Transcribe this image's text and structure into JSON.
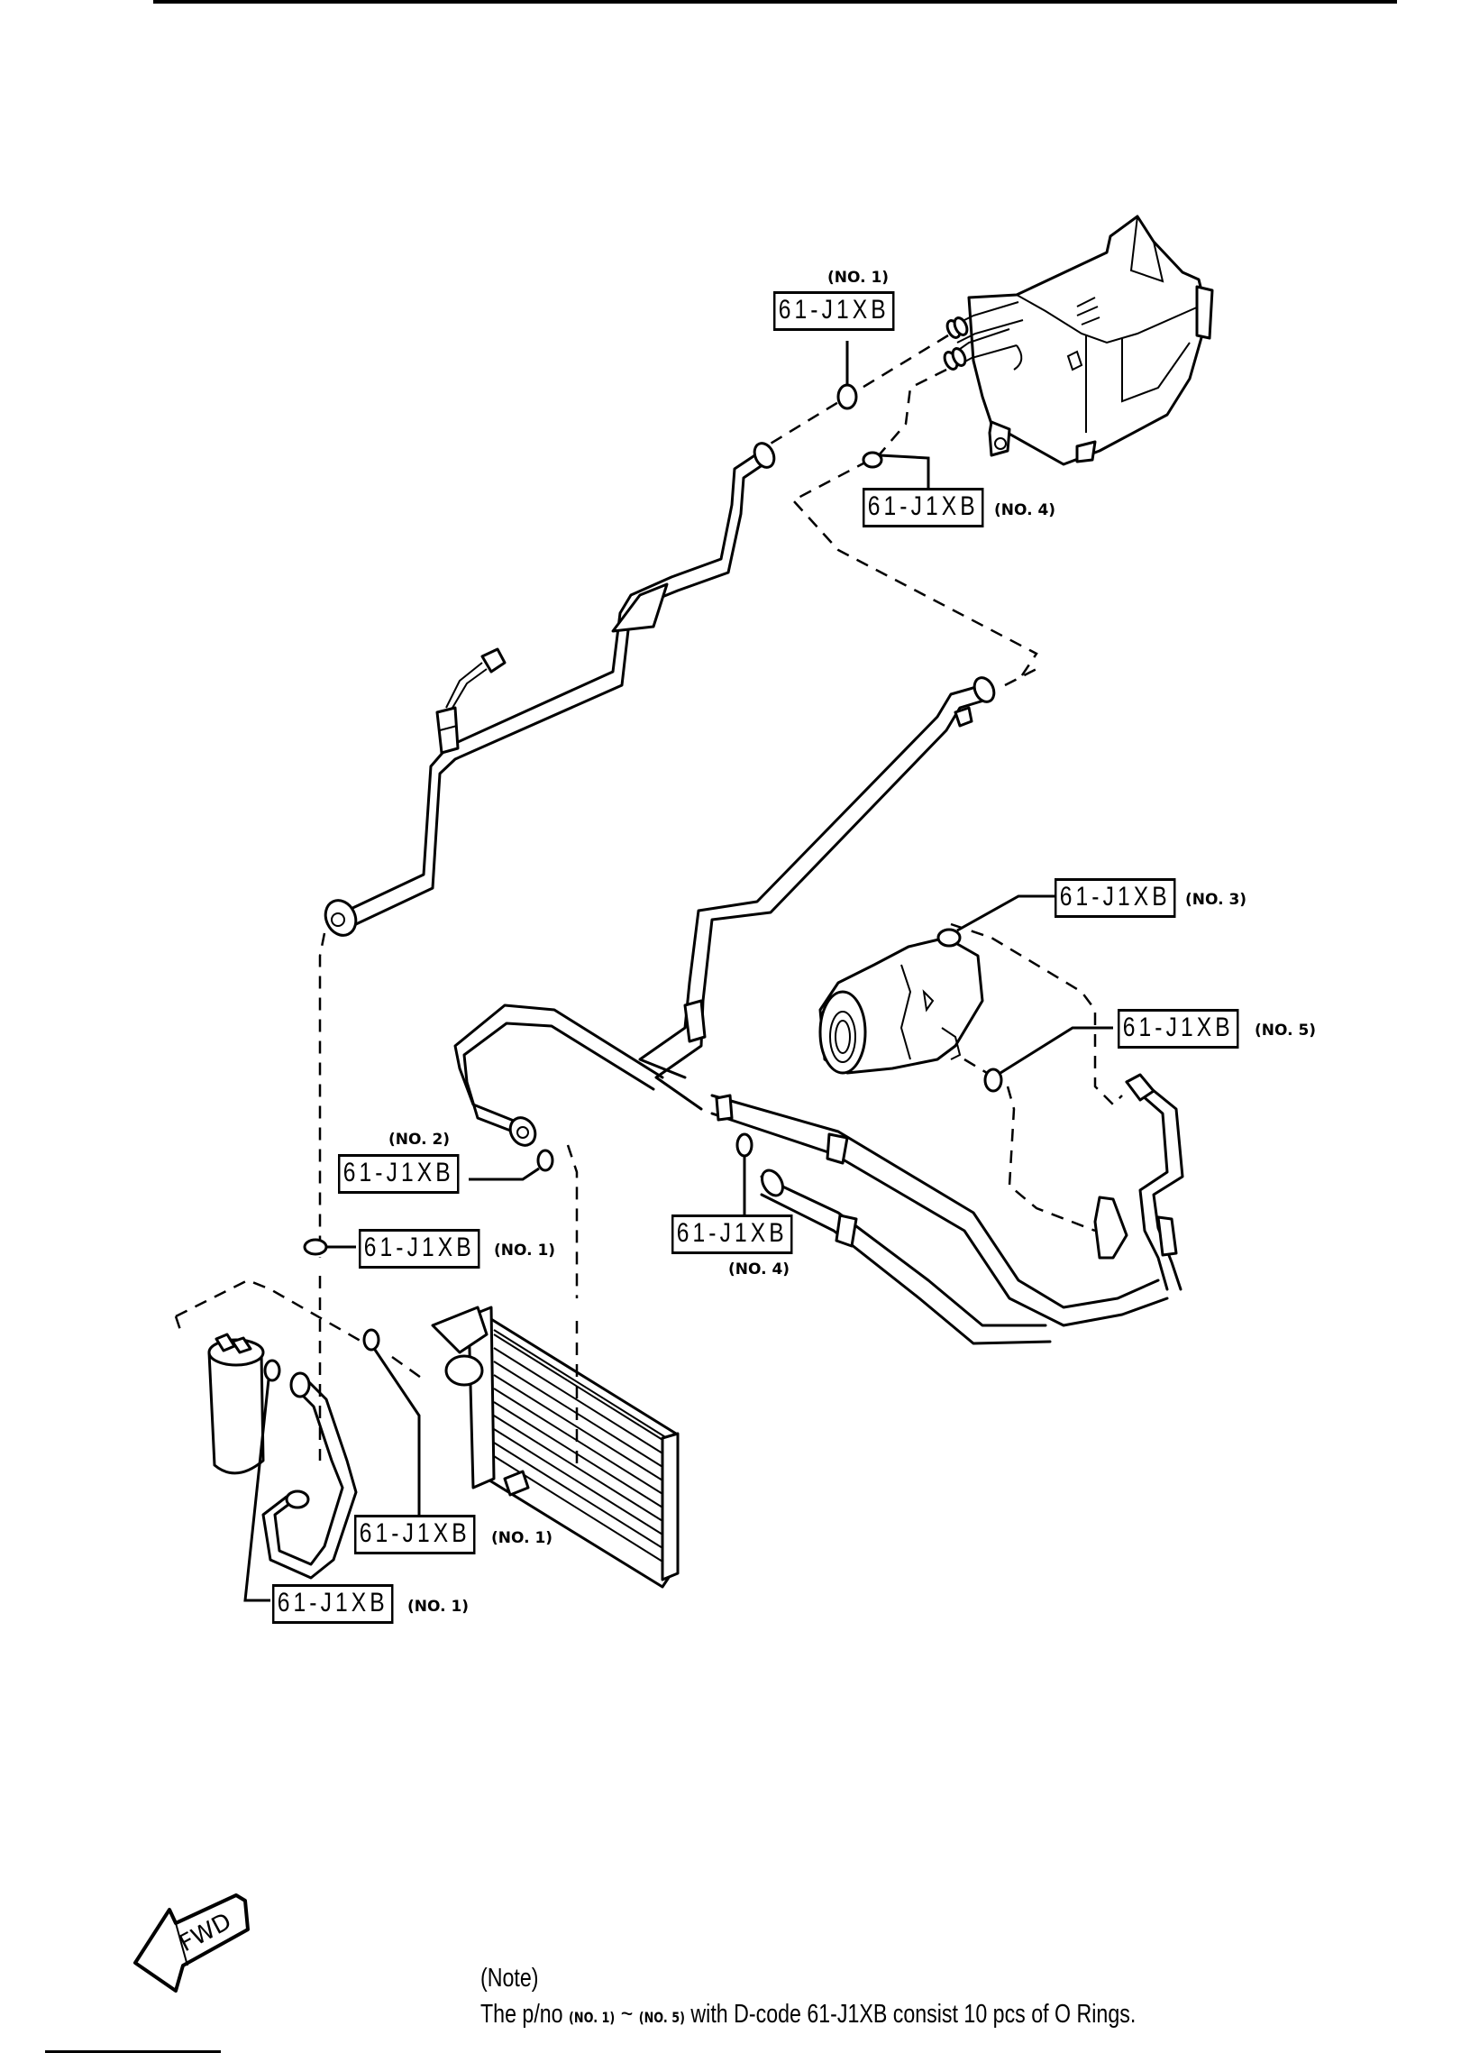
{
  "diagram": {
    "title": "A/C refrigerant lines and O-ring locations",
    "direction_indicator": "FWD",
    "callouts": [
      {
        "id": "c1",
        "code": "61-J1XB",
        "number": "(NO. 1)",
        "location": "evaporator upper fitting"
      },
      {
        "id": "c2",
        "code": "61-J1XB",
        "number": "(NO. 4)",
        "location": "evaporator lower fitting"
      },
      {
        "id": "c3",
        "code": "61-J1XB",
        "number": "(NO. 3)",
        "location": "compressor upper port"
      },
      {
        "id": "c4",
        "code": "61-J1XB",
        "number": "(NO. 5)",
        "location": "compressor lower port"
      },
      {
        "id": "c5",
        "code": "61-J1XB",
        "number": "(NO. 2)",
        "location": "condenser line fitting"
      },
      {
        "id": "c6",
        "code": "61-J1XB",
        "number": "(NO. 1)",
        "location": "receiver line upper fitting"
      },
      {
        "id": "c7",
        "code": "61-J1XB",
        "number": "(NO. 4)",
        "location": "hose fitting"
      },
      {
        "id": "c8",
        "code": "61-J1XB",
        "number": "(NO. 1)",
        "location": "condenser inlet fitting"
      },
      {
        "id": "c9",
        "code": "61-J1XB",
        "number": "(NO. 1)",
        "location": "receiver drier fitting"
      }
    ],
    "components": [
      "evaporator-unit",
      "compressor",
      "condenser",
      "receiver-drier",
      "pressure-switch",
      "liquid-line",
      "suction-hose",
      "discharge-hose"
    ]
  },
  "note": {
    "heading": "(Note)",
    "text_prefix": "The p/no",
    "range_start": "(NO. 1)",
    "range_sep": "~",
    "range_end": "(NO. 5)",
    "text_suffix": "with D-code 61-J1XB consist 10 pcs of O Rings."
  }
}
